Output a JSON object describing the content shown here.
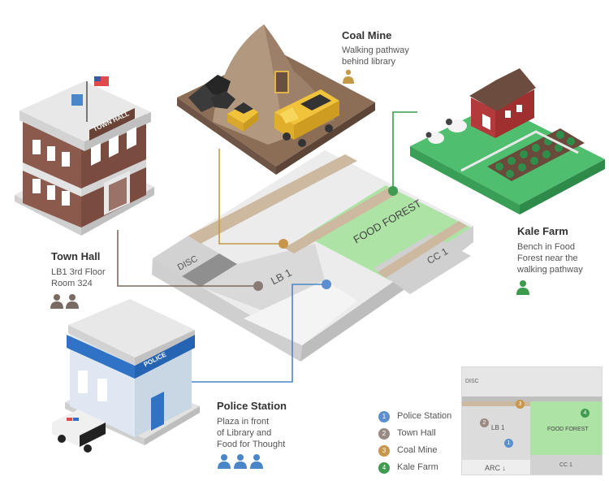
{
  "colors": {
    "police": "#5b8fd0",
    "townhall": "#9a8a84",
    "coalmine": "#c7964a",
    "kale": "#3f9b4f",
    "food_forest": "#aee3a6",
    "person_brown": "#7a6a64",
    "person_blue": "#4a86c8",
    "person_green": "#3c9a4c",
    "person_gold": "#c59a46"
  },
  "map": {
    "disc": "DISC",
    "lb1": "LB 1",
    "food_forest": "FOOD FOREST",
    "cc1": "CC 1"
  },
  "locations": {
    "coal_mine": {
      "title": "Coal Mine",
      "desc": "Walking pathway\nbehind library"
    },
    "town_hall": {
      "title": "Town Hall",
      "desc": "LB1 3rd Floor\nRoom 324",
      "sign": "TOWN HALL"
    },
    "kale_farm": {
      "title": "Kale Farm",
      "desc": "Bench in Food\nForest near the\nwalking pathway"
    },
    "police_station": {
      "title": "Police Station",
      "desc": "Plaza in front\nof Library and\nFood for Thought",
      "sign": "POLICE"
    }
  },
  "legend": [
    {
      "num": "1",
      "label": "Police Station",
      "color": "#5b8fd0"
    },
    {
      "num": "2",
      "label": "Town Hall",
      "color": "#9a8a84"
    },
    {
      "num": "3",
      "label": "Coal Mine",
      "color": "#c7964a"
    },
    {
      "num": "4",
      "label": "Kale Farm",
      "color": "#3f9b4f"
    }
  ],
  "minimap": {
    "disc": "DISC",
    "lb1": "LB 1",
    "food_forest": "FOOD FOREST",
    "arc": "ARC ↓",
    "cc1": "CC 1",
    "markers": [
      {
        "num": "1",
        "color": "#5b8fd0"
      },
      {
        "num": "2",
        "color": "#9a8a84"
      },
      {
        "num": "3",
        "color": "#c7964a"
      },
      {
        "num": "4",
        "color": "#3f9b4f"
      }
    ]
  }
}
